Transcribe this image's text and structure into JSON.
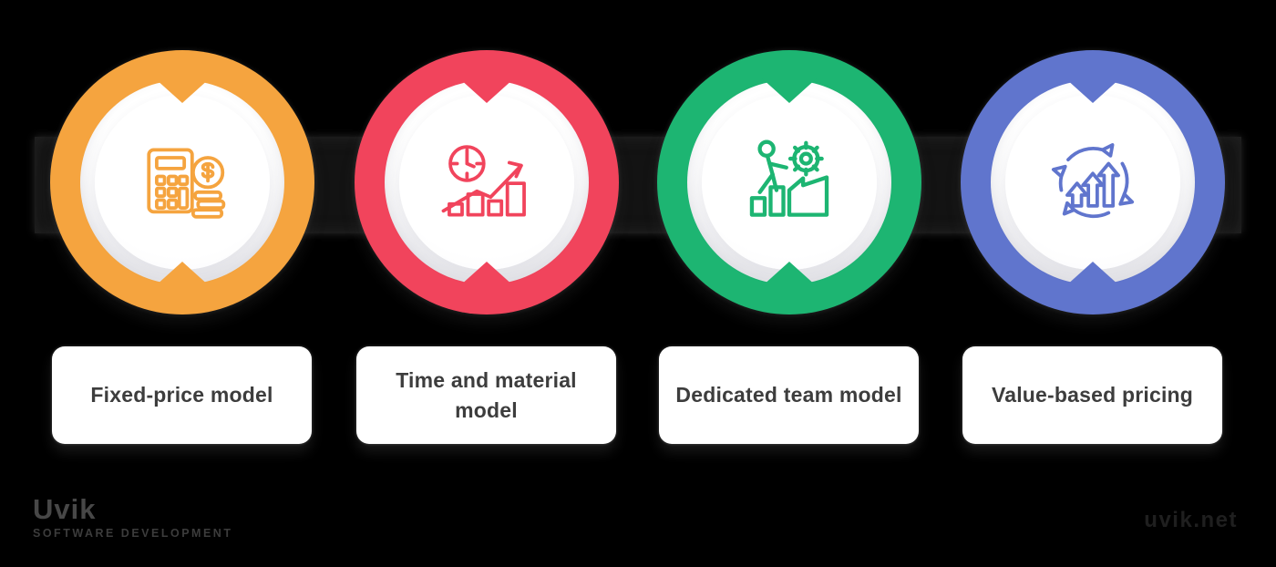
{
  "background": "#000000",
  "models": [
    {
      "label": "Fixed-price model",
      "color": "#F5A43F",
      "icon": "calculator-coins-icon"
    },
    {
      "label": "Time and material model",
      "color": "#F1445C",
      "icon": "clock-growth-chart-icon"
    },
    {
      "label": "Dedicated team model",
      "color": "#1DB572",
      "icon": "person-gear-climb-icon"
    },
    {
      "label": "Value-based pricing",
      "color": "#6075CD",
      "icon": "growth-cycle-arrows-icon"
    }
  ],
  "footer": {
    "brand_wordmark": "Uvik",
    "brand_tagline": "software development",
    "website_wordmark": "uvik.net"
  }
}
